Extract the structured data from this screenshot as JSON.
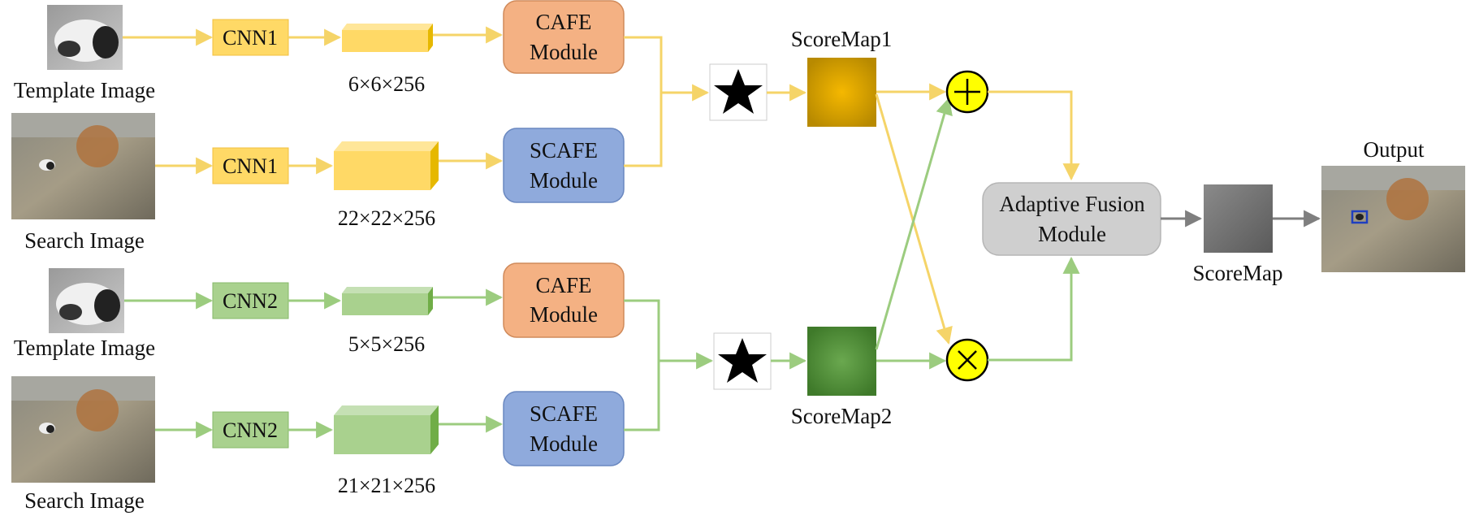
{
  "colors": {
    "yellow": "#ffd966",
    "yellow_line": "#f5d468",
    "green": "#a9d18e",
    "green_line": "#9ccc7f",
    "orange": "#f4b183",
    "blue": "#8faadc",
    "gray_box": "#cfcfcf",
    "gray_line": "#7f7f7f",
    "op_yellow": "#ffff00"
  },
  "branch1": {
    "template_label": "Template Image",
    "search_label": "Search Image",
    "cnn_label": "CNN1",
    "template_feature": "6×6×256",
    "search_feature": "22×22×256",
    "scoremap_label": "ScoreMap1"
  },
  "branch2": {
    "template_label": "Template Image",
    "search_label": "Search Image",
    "cnn_label": "CNN2",
    "template_feature": "5×5×256",
    "search_feature": "21×21×256",
    "scoremap_label": "ScoreMap2"
  },
  "modules": {
    "cafe_line1": "CAFE",
    "scafe_line1": "SCAFE",
    "line2": "Module",
    "fusion_line1": "Adaptive Fusion",
    "fusion_line2": "Module"
  },
  "operators": {
    "correlation_icon": "star-icon",
    "add_icon": "plus-circle-icon",
    "multiply_icon": "times-circle-icon"
  },
  "output": {
    "scoremap_label": "ScoreMap",
    "output_label": "Output"
  }
}
